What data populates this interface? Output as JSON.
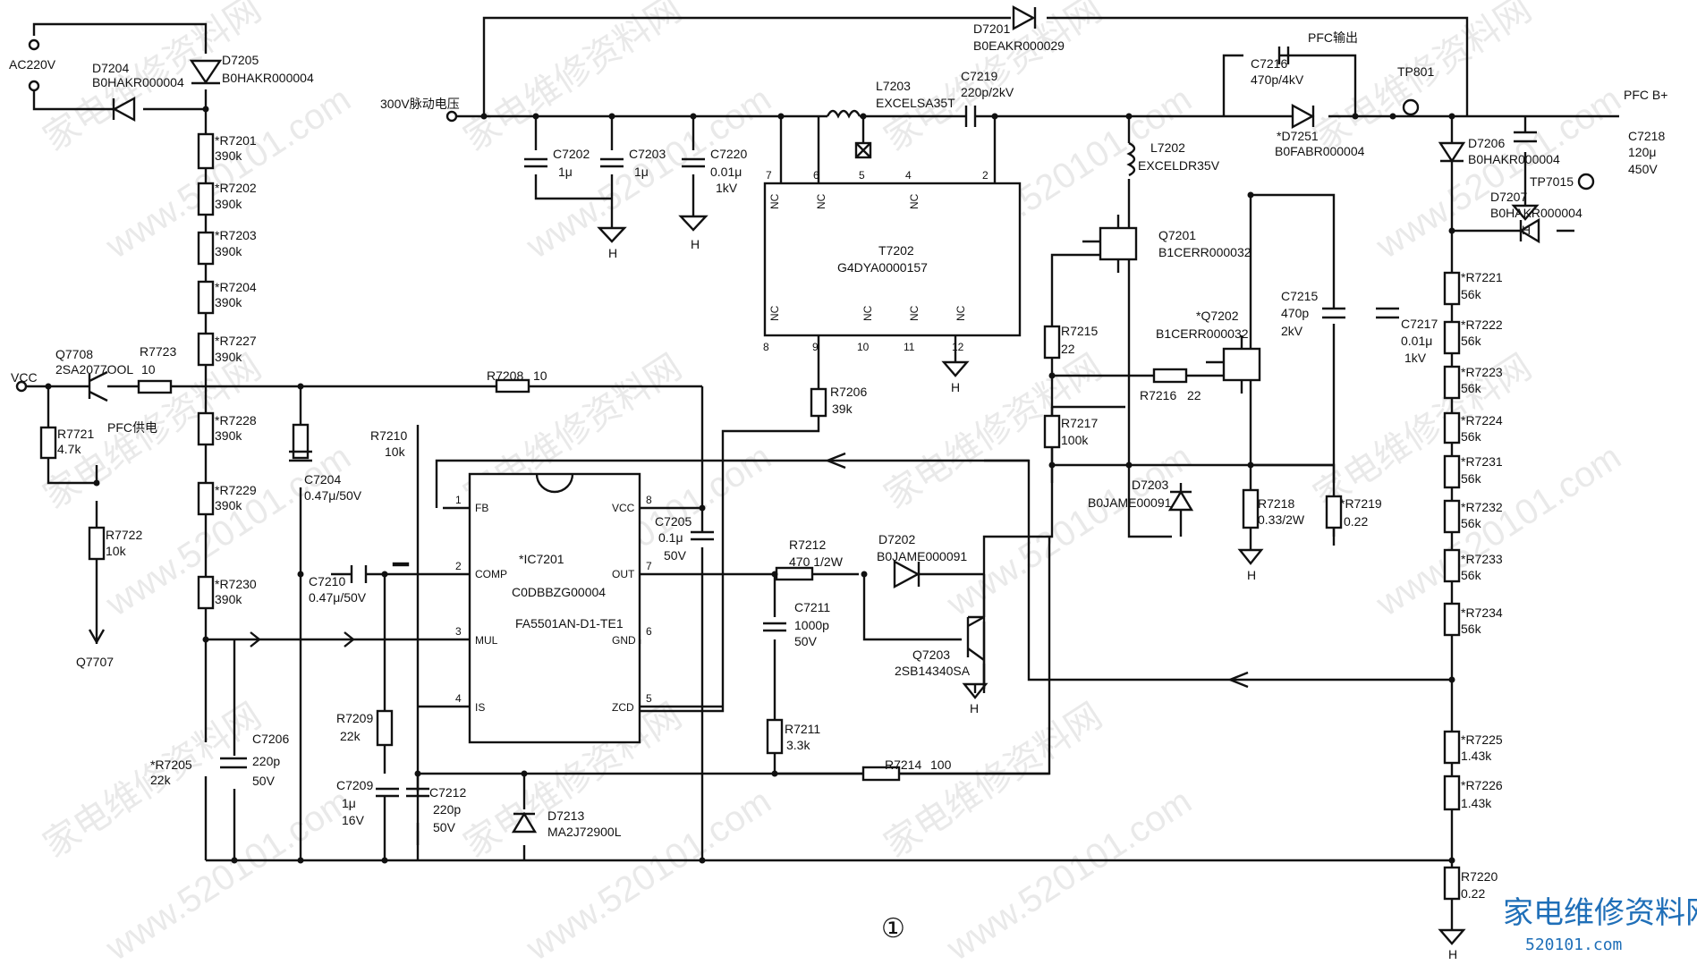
{
  "page": {
    "figure_number": "①"
  },
  "watermark": {
    "lines": [
      {
        "text": "家电维修资料网"
      },
      {
        "text": "www.520101.com"
      }
    ],
    "logo": "家电维修资料网",
    "site": "520101.com"
  },
  "texts": {
    "ac220v": "AC220V",
    "vcc": "VCC",
    "pulsating_300v": "300V脉动电压",
    "pfc_b_plus": "PFC B+",
    "pfc_supply": "PFC供电",
    "pfc_output": "PFC输出",
    "q7707": "Q7707",
    "tp801": "TP801",
    "tp7015": "TP7015",
    "ground_h": "H"
  },
  "components": {
    "D7204": {
      "ref": "D7204",
      "value": "B0HAKR000004"
    },
    "D7205": {
      "ref": "D7205",
      "value": "B0HAKR000004"
    },
    "R7201": {
      "ref": "*R7201",
      "value": "390k"
    },
    "R7202": {
      "ref": "*R7202",
      "value": "390k"
    },
    "R7203": {
      "ref": "*R7203",
      "value": "390k"
    },
    "R7204": {
      "ref": "*R7204",
      "value": "390k"
    },
    "R7227": {
      "ref": "*R7227",
      "value": "390k"
    },
    "R7228": {
      "ref": "*R7228",
      "value": "390k"
    },
    "R7229": {
      "ref": "*R7229",
      "value": "390k"
    },
    "R7230": {
      "ref": "*R7230",
      "value": "390k"
    },
    "R7205": {
      "ref": "*R7205",
      "value": "22k"
    },
    "Q7708": {
      "ref": "Q7708",
      "value": "2SA2077OOL"
    },
    "R7723": {
      "ref": "R7723",
      "value": "10"
    },
    "R7721": {
      "ref": "R7721",
      "value": "4.7k"
    },
    "R7722": {
      "ref": "R7722",
      "value": "10k"
    },
    "C7202": {
      "ref": "C7202",
      "value": "1μ"
    },
    "C7203": {
      "ref": "C7203",
      "value": "1μ"
    },
    "C7220": {
      "ref": "C7220",
      "value": "0.01μ",
      "rating": "1kV"
    },
    "C7204": {
      "ref": "C7204",
      "value": "0.47μ/50V"
    },
    "C7210": {
      "ref": "C7210",
      "value": "0.47μ/50V"
    },
    "C7206": {
      "ref": "C7206",
      "value": "220p",
      "rating": "50V"
    },
    "R7210": {
      "ref": "R7210",
      "value": "10k"
    },
    "R7208": {
      "ref": "R7208",
      "value": "10"
    },
    "R7209": {
      "ref": "R7209",
      "value": "22k"
    },
    "C7209": {
      "ref": "C7209",
      "value": "1μ",
      "rating": "16V"
    },
    "C7212": {
      "ref": "C7212",
      "value": "220p",
      "rating": "50V"
    },
    "D7213": {
      "ref": "D7213",
      "value": "MA2J72900L"
    },
    "C7205": {
      "ref": "C7205",
      "value": "0.1μ",
      "rating": "50V"
    },
    "R7212": {
      "ref": "R7212",
      "value": "470 1/2W"
    },
    "C7211": {
      "ref": "C7211",
      "value": "1000p",
      "rating": "50V"
    },
    "R7211": {
      "ref": "R7211",
      "value": "3.3k"
    },
    "D7202": {
      "ref": "D7202",
      "value": "B0JAME000091"
    },
    "Q7203": {
      "ref": "Q7203",
      "value": "2SB14340SA"
    },
    "R7214": {
      "ref": "R7214",
      "value": "100"
    },
    "R7206": {
      "ref": "R7206",
      "value": "39k"
    },
    "D7201": {
      "ref": "D7201",
      "value": "B0EAKR000029"
    },
    "L7203": {
      "ref": "L7203",
      "value": "EXCELSA35T"
    },
    "C7219": {
      "ref": "C7219",
      "value": "220p/2kV"
    },
    "T7202": {
      "ref": "T7202",
      "value": "G4DYA0000157"
    },
    "L7202": {
      "ref": "L7202",
      "value": "EXCELDR35V"
    },
    "C7216": {
      "ref": "C7216",
      "value": "470p/4kV"
    },
    "D7251": {
      "ref": "*D7251",
      "value": "B0FABR000004"
    },
    "Q7201": {
      "ref": "Q7201",
      "value": "B1CERR000032"
    },
    "Q7202": {
      "ref": "*Q7202",
      "value": "B1CERR000032"
    },
    "R7215": {
      "ref": "R7215",
      "value": "22"
    },
    "R7216": {
      "ref": "R7216",
      "value": "22"
    },
    "R7217": {
      "ref": "R7217",
      "value": "100k"
    },
    "C7215": {
      "ref": "C7215",
      "value": "470p",
      "rating": "2kV"
    },
    "C7217": {
      "ref": "C7217",
      "value": "0.01μ",
      "rating": "1kV"
    },
    "D7203": {
      "ref": "D7203",
      "value": "B0JAME00091"
    },
    "R7218": {
      "ref": "R7218",
      "value": "0.33/2W"
    },
    "R7219": {
      "ref": "*R7219",
      "value": "0.22"
    },
    "D7206": {
      "ref": "D7206",
      "value": "B0HAKR000004"
    },
    "D7207": {
      "ref": "D7207",
      "value": "B0HAKR000004"
    },
    "C7218": {
      "ref": "C7218",
      "value": "120μ",
      "rating": "450V"
    },
    "R7221": {
      "ref": "*R7221",
      "value": "56k"
    },
    "R7222": {
      "ref": "*R7222",
      "value": "56k"
    },
    "R7223": {
      "ref": "*R7223",
      "value": "56k"
    },
    "R7224": {
      "ref": "*R7224",
      "value": "56k"
    },
    "R7231": {
      "ref": "*R7231",
      "value": "56k"
    },
    "R7232": {
      "ref": "*R7232",
      "value": "56k"
    },
    "R7233": {
      "ref": "*R7233",
      "value": "56k"
    },
    "R7234": {
      "ref": "*R7234",
      "value": "56k"
    },
    "R7225": {
      "ref": "*R7225",
      "value": "1.43k"
    },
    "R7226": {
      "ref": "*R7226",
      "value": "1.43k"
    },
    "R7220": {
      "ref": "R7220",
      "value": "0.22"
    }
  },
  "ic": {
    "ref": "*IC7201",
    "part": "C0DBBZG00004",
    "name": "FA5501AN-D1-TE1",
    "pins": [
      {
        "num": "1",
        "name": "FB"
      },
      {
        "num": "2",
        "name": "COMP"
      },
      {
        "num": "3",
        "name": "MUL"
      },
      {
        "num": "4",
        "name": "IS"
      },
      {
        "num": "5",
        "name": "ZCD"
      },
      {
        "num": "6",
        "name": "GND"
      },
      {
        "num": "7",
        "name": "OUT"
      },
      {
        "num": "8",
        "name": "VCC"
      }
    ]
  },
  "transformer_pins": {
    "top": [
      "7",
      "6",
      "5",
      "4",
      "2"
    ],
    "bottom": [
      "8",
      "9",
      "10",
      "11",
      "12"
    ],
    "nc": "NC"
  }
}
